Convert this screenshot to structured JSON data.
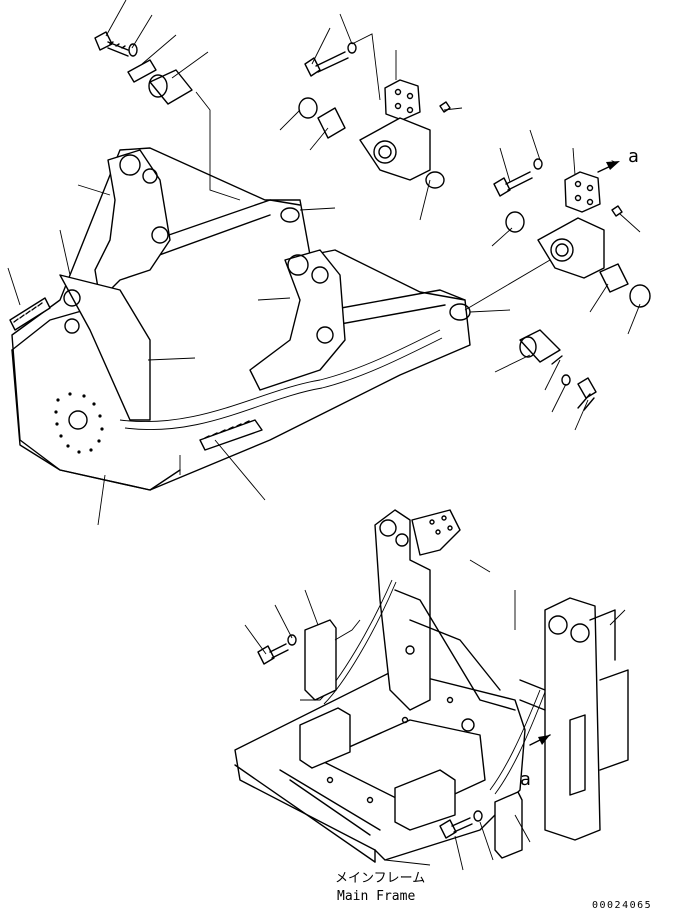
{
  "labels": {
    "ref_a_top": "a",
    "ref_a_bottom": "a",
    "main_frame_jp": "メインフレーム",
    "main_frame_en": "Main Frame",
    "drawing_number": "00024065"
  }
}
